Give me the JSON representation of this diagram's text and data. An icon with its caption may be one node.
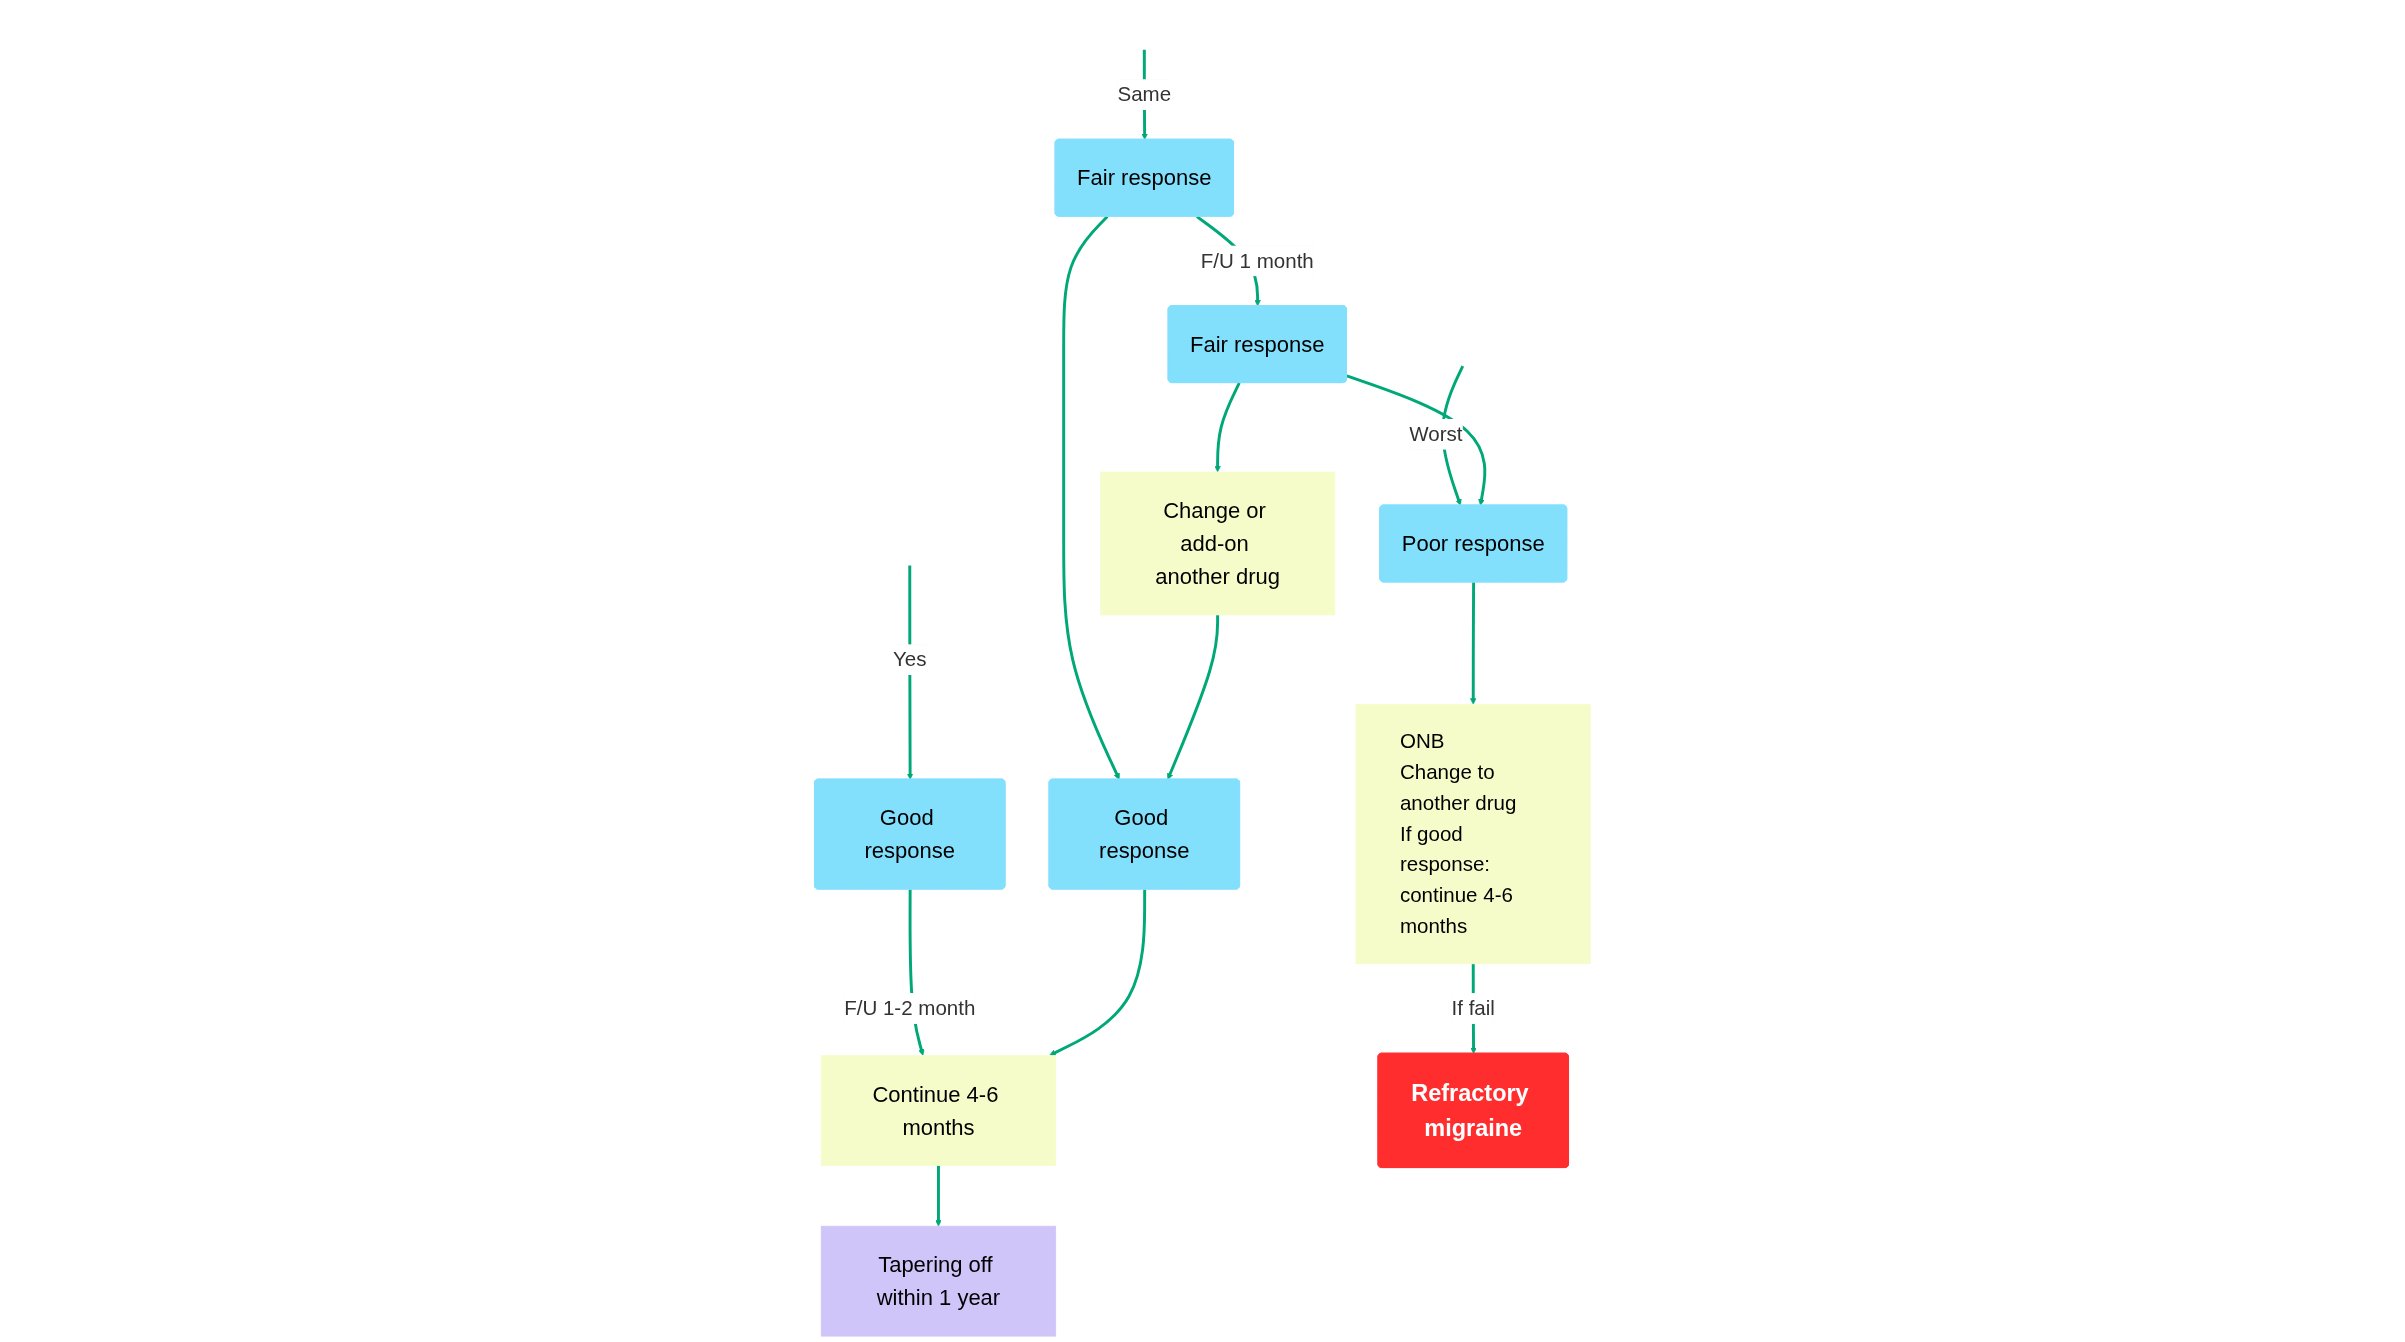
{
  "diagram": {
    "nodes": [
      {
        "text": [
          "Good response"
        ]
      },
      {
        "text": [
          "Fair response"
        ]
      },
      {
        "text": [
          "Poor response"
        ]
      },
      {
        "text": [
          "Continue 4-6 months"
        ]
      },
      {
        "text": [
          "Good response"
        ]
      },
      {
        "text": [
          "Fair response"
        ]
      },
      {
        "text": [
          "Tapering off within 1 year"
        ]
      },
      {
        "text": [
          "Change or add-on another drug"
        ]
      },
      {
        "text": [
          "ONB",
          "Change to another drug",
          "If good response: continue 4-6 months"
        ]
      },
      {
        "text": [
          "Refractory migraine"
        ]
      }
    ],
    "edges": [
      {
        "from": null,
        "to": 0,
        "arrow": "to",
        "label": "Yes"
      },
      {
        "from": null,
        "to": 1,
        "arrow": "to",
        "label": "Same"
      },
      {
        "from": null,
        "to": 2,
        "arrow": "to",
        "label": "Worst"
      },
      {
        "from": 0,
        "to": 3,
        "arrow": "to",
        "label": "F/U 1-2 month"
      },
      {
        "from": 1,
        "to": 4,
        "arrow": "to"
      },
      {
        "from": 1,
        "to": 5,
        "arrow": "to",
        "label": "F/U 1 month"
      },
      {
        "from": 5,
        "to": 2,
        "arrow": "to"
      },
      {
        "from": 4,
        "to": 3,
        "arrow": "to"
      },
      {
        "from": 3,
        "to": 6,
        "arrow": "to"
      },
      {
        "from": 5,
        "to": 7,
        "arrow": "to"
      },
      {
        "from": 7,
        "to": 4,
        "arrow": "to"
      },
      {
        "from": 2,
        "to": 8,
        "arrow": "to"
      },
      {
        "from": 8,
        "to": 9,
        "arrow": "to",
        "label": "If fail"
      }
    ]
  }
}
